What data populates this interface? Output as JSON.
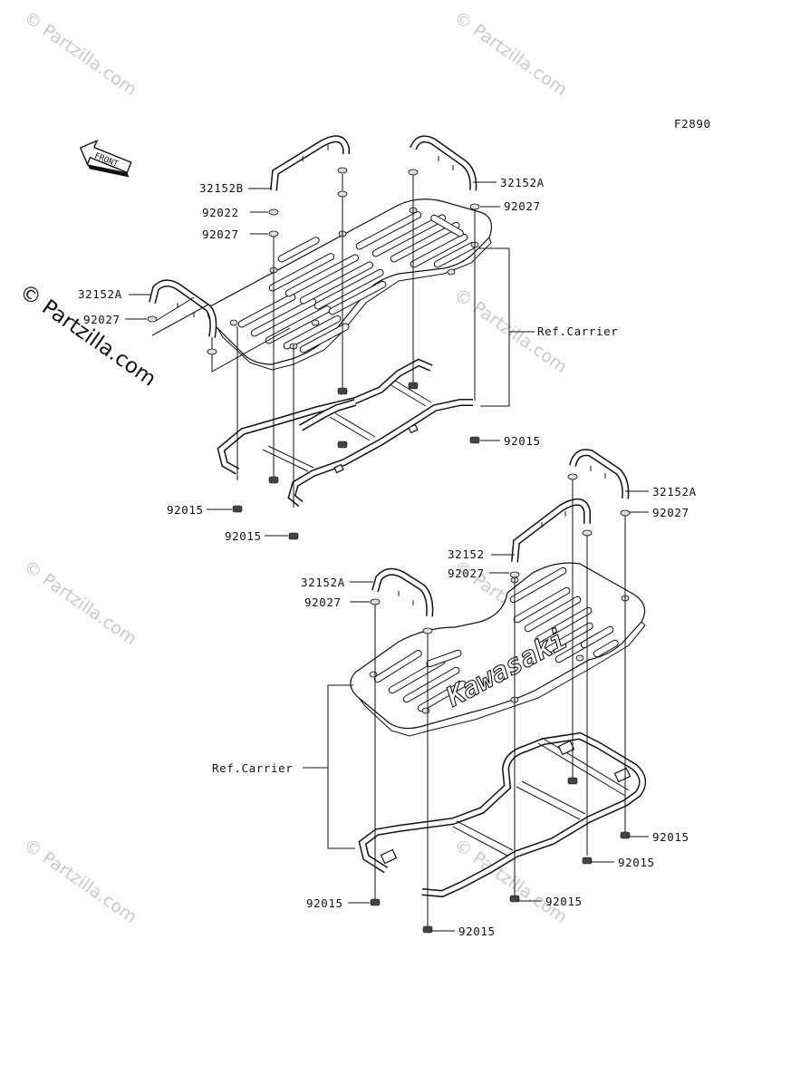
{
  "figure_code": "F2890",
  "front_arrow_label": "FRONT",
  "watermark_text": "© Partzilla.com",
  "brand_text": "Kawasaki",
  "labels": {
    "top_32152B": "32152B",
    "top_92022": "92022",
    "top_92027_left": "92027",
    "top_32152A_left": "32152A",
    "top_92027_far_left": "92027",
    "top_32152A_right": "32152A",
    "top_92027_right": "92027",
    "top_ref_carrier": "Ref.Carrier",
    "top_92015_right": "92015",
    "top_92015_left_a": "92015",
    "top_92015_left_b": "92015",
    "bot_32152A_right": "32152A",
    "bot_92027_right": "92027",
    "bot_32152": "32152",
    "bot_92027_mid": "92027",
    "bot_32152A_left": "32152A",
    "bot_92027_left": "92027",
    "bot_ref_carrier": "Ref.Carrier",
    "bot_92015_a": "92015",
    "bot_92015_b": "92015",
    "bot_92015_c": "92015",
    "bot_92015_d": "92015",
    "bot_92015_e": "92015"
  }
}
